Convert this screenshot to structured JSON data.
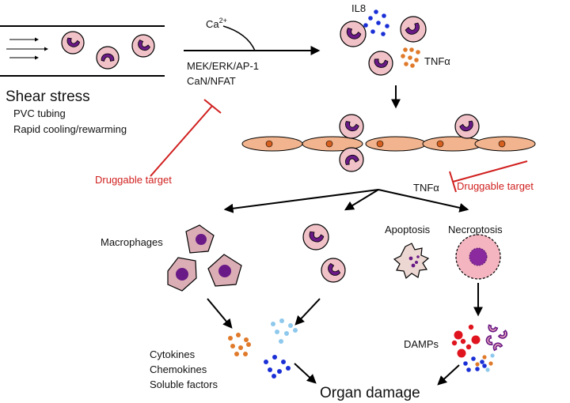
{
  "labels": {
    "ca": "Ca",
    "ca_sup": "2+",
    "il8": "IL8",
    "tnf_top": "TNFα",
    "pathway1": "MEK/ERK/AP-1",
    "pathway2": "CaN/NFAT",
    "shear_title": "Shear stress",
    "shear_cause1": "PVC tubing",
    "shear_cause2": "Rapid cooling/rewarming",
    "druggable_left": "Druggable target",
    "druggable_right": "Druggable target",
    "tnf_mid": "TNFα",
    "macrophages": "Macrophages",
    "apoptosis": "Apoptosis",
    "necroptosis": "Necroptosis",
    "damps": "DAMPs",
    "cytokines": "Cytokines",
    "chemokines": "Chemokines",
    "soluble": "Soluble factors",
    "organ_damage": "Organ damage"
  },
  "colors": {
    "nucleus": "#6a1a86",
    "neutrophil_fill": "#f0c2c8",
    "endothelial": "#f2b48e",
    "endo_nucleus": "#d6601f",
    "macrophage": "#dbaeb5",
    "inhibition": "#d0201f",
    "dot_blue": "#1a2fd6",
    "dot_orange": "#e07a2a",
    "dot_lightblue": "#8ec8ec",
    "dot_red": "#e0141e",
    "necroptotic": "#f4b5c0"
  }
}
